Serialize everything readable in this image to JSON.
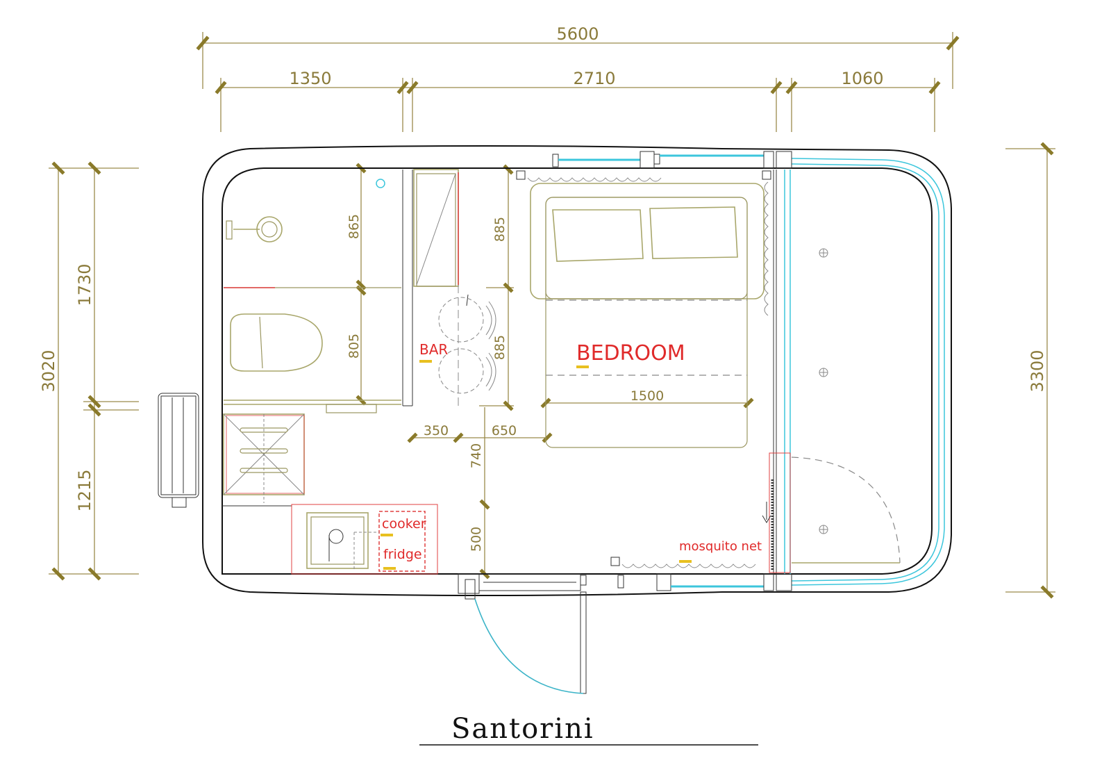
{
  "title": "Santorini",
  "dimensions": {
    "overall_width": "5600",
    "width_left": "1350",
    "width_middle": "2710",
    "width_right": "1060",
    "height_left_total": "3020",
    "height_left_upper": "1730",
    "height_left_lower": "1215",
    "height_right_total": "3300",
    "shower_depth": "865",
    "toilet_depth": "805",
    "bar_upper": "885",
    "bar_lower": "885",
    "bed_width": "1500",
    "bar_gap_a": "350",
    "bar_gap_b": "650",
    "kitchen_gap_a": "740",
    "kitchen_gap_b": "500"
  },
  "labels": {
    "bar": "BAR",
    "bedroom": "BEDROOM",
    "cooker": "cooker",
    "fridge": "fridge",
    "mosquito_net": "mosquito net"
  },
  "colors": {
    "dimension": "#8a7a3a",
    "label": "#e02a2a",
    "furniture": "#a8a66a",
    "glass": "#3cc6dc",
    "wall": "#111111"
  }
}
